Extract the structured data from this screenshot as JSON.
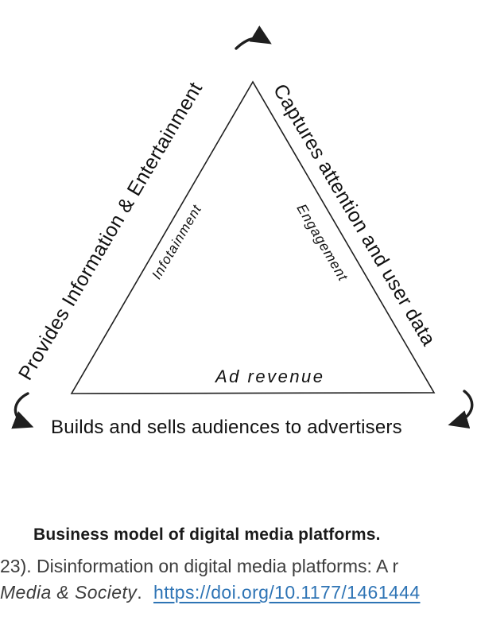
{
  "diagram": {
    "sides": {
      "left": "Provides Information & Entertainment",
      "right": "Captures attention and user data",
      "bottom": "Builds and sells audiences to advertisers"
    },
    "inner": {
      "left": "Infotainment",
      "right": "Engagement",
      "bottom": "Ad revenue"
    },
    "icons": [
      "cycle-arrow-top",
      "cycle-arrow-bottom-left",
      "cycle-arrow-bottom-right"
    ],
    "colors": {
      "line": "#1f1f1f",
      "text": "#111111"
    }
  },
  "caption": {
    "title": "Business model of digital media platforms.",
    "citation_visible": "23). Disinformation on digital media platforms: A r",
    "journal_italic": "Media & Society",
    "journal_period": ".",
    "doi_link": "https://doi.org/10.1177/1461444",
    "colors": {
      "title": "#1a1a1a",
      "text": "#3d3d3d",
      "link": "#2e74b5"
    }
  }
}
